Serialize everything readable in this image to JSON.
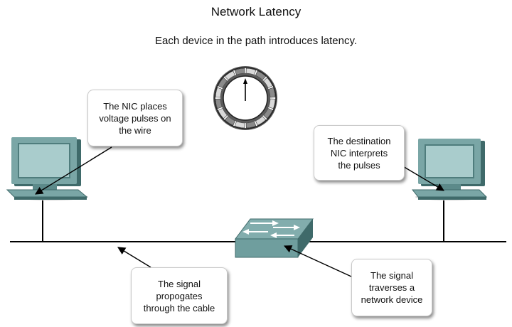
{
  "header": {
    "title": "Network Latency",
    "subtitle": "Each device in the path introduces latency."
  },
  "callouts": {
    "nic_places": "The NIC places\nvoltage pulses on\nthe wire",
    "destination_nic": "The destination\nNIC interprets\nthe pulses",
    "signal_cable": "The signal\npropogates\nthrough the cable",
    "signal_device": "The signal\ntraverses a\nnetwork device"
  },
  "colors": {
    "device_teal": "#6f9e9e",
    "device_dark": "#3f6a6a",
    "screen": "#a9cccc",
    "line": "#000000"
  },
  "icons": [
    "computer-icon",
    "computer-icon",
    "switch-icon",
    "clock-icon"
  ]
}
